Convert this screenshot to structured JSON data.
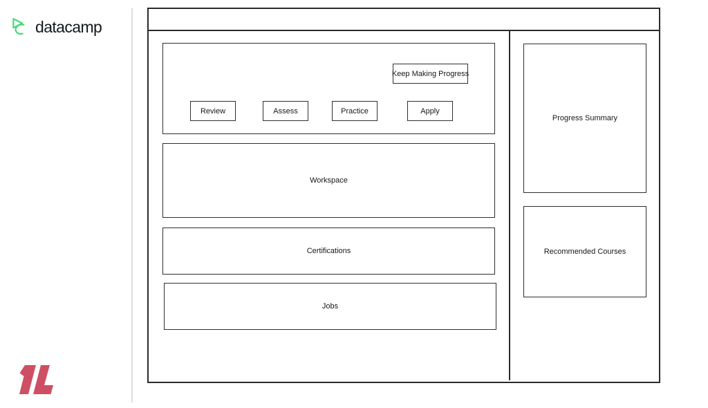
{
  "brand": {
    "wordmark": "datacamp",
    "icon_color": "#3ddc74",
    "text_color": "#12181f"
  },
  "footer_logo": {
    "icon": "red-slashes-logo",
    "color": "#ce4f63"
  },
  "wireframe": {
    "border_color": "#2a2a2a",
    "hero": {
      "cta_label": "Keep Making Progress",
      "actions": [
        {
          "label": "Review"
        },
        {
          "label": "Assess"
        },
        {
          "label": "Practice"
        },
        {
          "label": "Apply"
        }
      ]
    },
    "sections": [
      {
        "label": "Workspace"
      },
      {
        "label": "Certifications"
      },
      {
        "label": "Jobs"
      }
    ],
    "sidebar": [
      {
        "label": "Progress Summary"
      },
      {
        "label": "Recommended Courses"
      }
    ]
  }
}
